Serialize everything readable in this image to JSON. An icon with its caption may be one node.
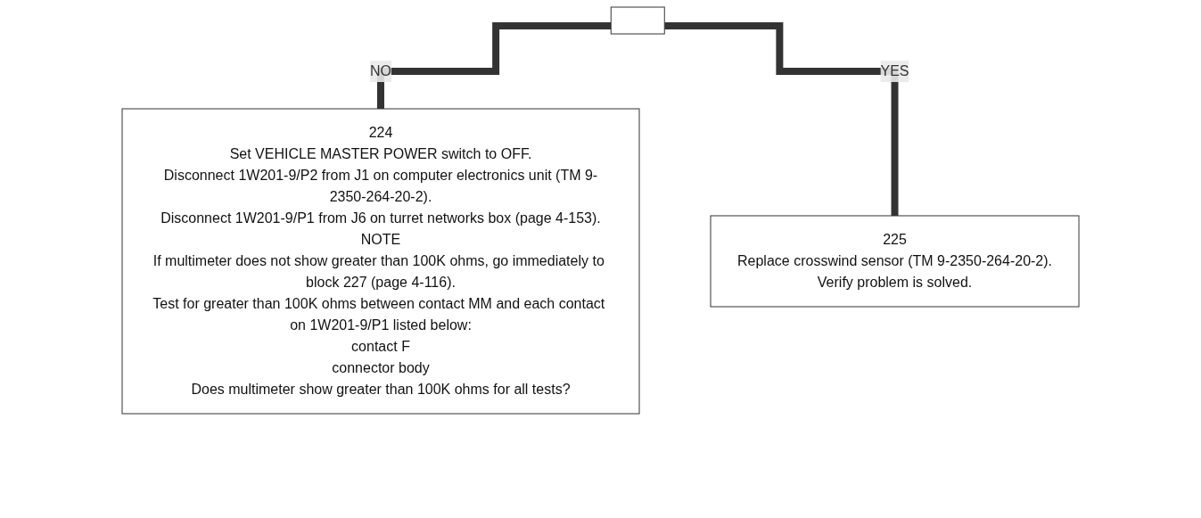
{
  "diagram": {
    "nodes": [
      {
        "text": [],
        "shape": "box"
      },
      {
        "text": [
          "224",
          "Set VEHICLE MASTER POWER switch to OFF.",
          "Disconnect 1W201-9/P2 from J1 on computer electronics unit (TM 9-2350-264-20-2).",
          "Disconnect 1W201-9/P1 from J6 on turret networks box (page 4-153).",
          "NOTE",
          "If multimeter does not show greater than 100K ohms, go immediately to block 227 (page 4-116).",
          "Test for greater than 100K ohms between contact MM and each contact on 1W201-9/P1 listed below:",
          "contact F",
          "connector body",
          "Does multimeter show greater than 100K ohms for all tests?"
        ]
      },
      {
        "text": [
          "225",
          "Replace crosswind sensor (TM 9-2350-264-20-2).",
          "Verify problem is solved."
        ]
      }
    ],
    "edges": [
      {
        "from": 0,
        "to": 1,
        "arrow": "none",
        "label": "NO"
      },
      {
        "from": 0,
        "to": 2,
        "arrow": "none",
        "label": "YES"
      }
    ]
  }
}
